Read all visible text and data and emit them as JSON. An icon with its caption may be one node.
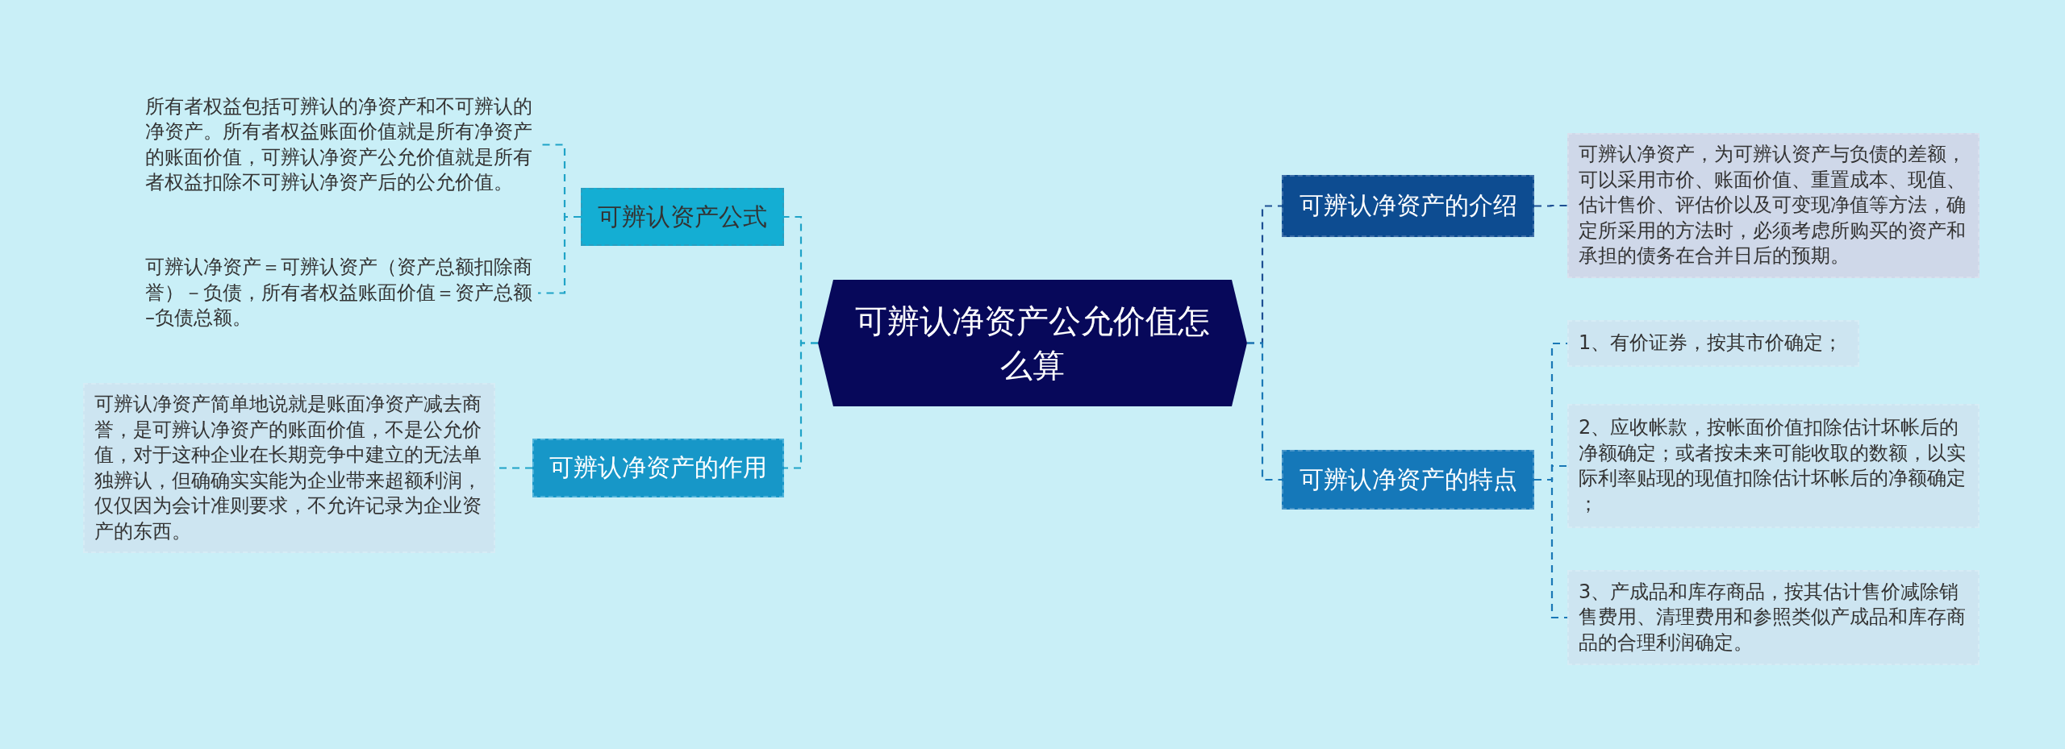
{
  "diagram": {
    "nodes": [
      {
        "text": [
          "可辨认净资产公允价值怎么算"
        ]
      },
      {
        "text": [
          "可辨认资产公式"
        ]
      },
      {
        "text": [
          "所有者权益包括可辨认的净资产和不可辨认的净资产。所有者权益账面价值就是所有净资产的账面价值，可辨认净资产公允价值就是所有者权益扣除不可辨认净资产后的公允价值。"
        ]
      },
      {
        "text": [
          "可辨认净资产＝可辨认资产（资产总额扣除商誉）－负债，所有者权益账面价值＝资产总额–负债总额。"
        ]
      },
      {
        "text": [
          "可辨认净资产的作用"
        ]
      },
      {
        "text": [
          "可辨认净资产简单地说就是账面净资产减去商誉，是可辨认净资产的账面价值，不是公允价值，对于这种企业在长期竞争中建立的无法单独辨认，但确确实实能为企业带来超额利润，仅仅因为会计准则要求，不允许记录为企业资产的东西。"
        ]
      },
      {
        "text": [
          "可辨认净资产的介绍"
        ]
      },
      {
        "text": [
          "可辨认净资产，为可辨认资产与负债的差额，可以采用市价、账面价值、重置成本、现值、估计售价、评估价以及可变现净值等方法，确定所采用的方法时，必须考虑所购买的资产和承担的债务在合并日后的预期。"
        ]
      },
      {
        "text": [
          "可辨认净资产的特点"
        ]
      },
      {
        "text": [
          "1、有价证券，按其市价确定；"
        ]
      },
      {
        "text": [
          "2、应收帐款，按帐面价值扣除估计坏帐后的净额确定；或者按未来可能收取的数额，以实际利率贴现的现值扣除估计坏帐后的净额确定；"
        ]
      },
      {
        "text": [
          "3、产成品和库存商品，按其估计售价减除销售费用、清理费用和参照类似产成品和库存商品的合理利润确定。"
        ]
      }
    ],
    "edges": [
      {
        "from": 0,
        "to": 1,
        "arrow": "none"
      },
      {
        "from": 0,
        "to": 4,
        "arrow": "none"
      },
      {
        "from": 0,
        "to": 6,
        "arrow": "none",
        "color": "#1d4f93"
      },
      {
        "from": 0,
        "to": 8,
        "arrow": "none",
        "color": "#1a78b6"
      },
      {
        "from": 1,
        "to": 2,
        "arrow": "none"
      },
      {
        "from": 1,
        "to": 3,
        "arrow": "none"
      },
      {
        "from": 4,
        "to": 5,
        "arrow": "none"
      },
      {
        "from": 6,
        "to": 7,
        "arrow": "none",
        "color": "#1d4f93"
      },
      {
        "from": 8,
        "to": 9,
        "arrow": "none",
        "color": "#1a78b6"
      },
      {
        "from": 8,
        "to": 10,
        "arrow": "none",
        "color": "#1a78b6"
      },
      {
        "from": 8,
        "to": 11,
        "arrow": "none",
        "color": "#1a78b6"
      }
    ]
  }
}
